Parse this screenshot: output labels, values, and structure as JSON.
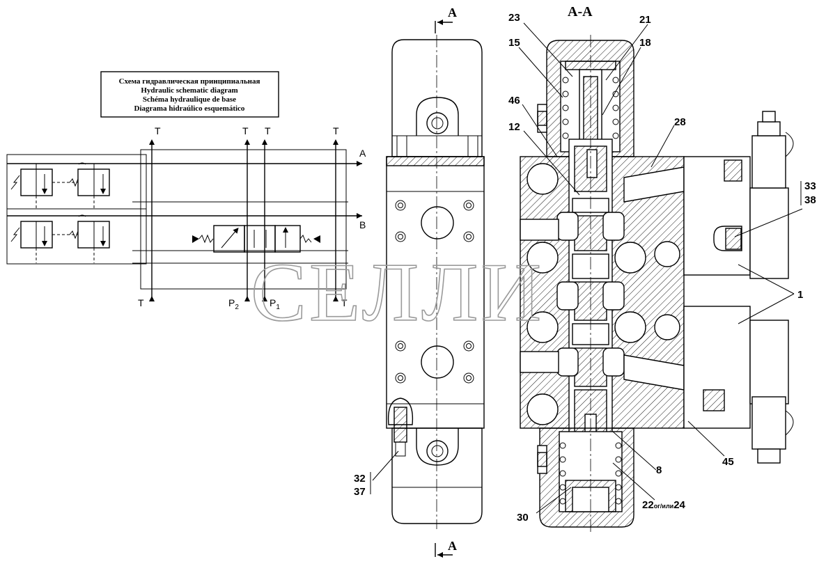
{
  "title_box": {
    "line_ru": "Схема гидравлическая принципиальная",
    "line_en": "Hydraulic schematic diagram",
    "line_fr": "Schéma hydraulique de base",
    "line_es": "Diagrama hidraúlico esquemático"
  },
  "schematic_ports": {
    "t_top_1": "T",
    "t_top_2": "T",
    "t_top_3": "T",
    "t_top_4": "T",
    "port_a": "A",
    "port_b": "B",
    "t_bottom_1": "T",
    "t_bottom_2": "T",
    "p2": "P",
    "p2_sub": "2",
    "p1": "P",
    "p1_sub": "1"
  },
  "section_marks": {
    "top": "A",
    "bottom": "A",
    "section_title": "A-A"
  },
  "callouts": {
    "c23": "23",
    "c21": "21",
    "c15": "15",
    "c18": "18",
    "c46": "46",
    "c12": "12",
    "c28": "28",
    "c33": "33",
    "c38": "38",
    "c1": "1",
    "c8": "8",
    "c45": "45",
    "c32": "32",
    "c37": "37",
    "c30": "30",
    "c22": "22",
    "c22_sub": "ог/или",
    "c24": "24"
  },
  "watermark": "СЕЛЛИ"
}
